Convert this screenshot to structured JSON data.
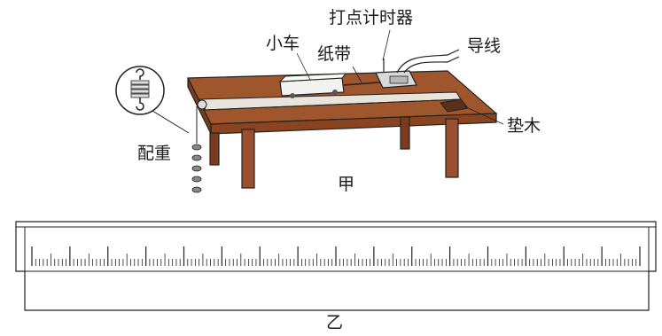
{
  "figure_a": {
    "caption": "甲",
    "labels": {
      "timer": "打点计时器",
      "wire": "导线",
      "cart": "小车",
      "tape": "纸带",
      "block": "垫木",
      "weights": "配重"
    }
  },
  "figure_b": {
    "caption": "乙",
    "ruler": {
      "major_ticks": 16,
      "minor_per_major": 10
    }
  },
  "colors": {
    "table_top": "#a0562c",
    "table_front": "#8a4520",
    "table_leg": "#9a5030",
    "cart": "#f2f2ee",
    "outline": "#222222"
  }
}
